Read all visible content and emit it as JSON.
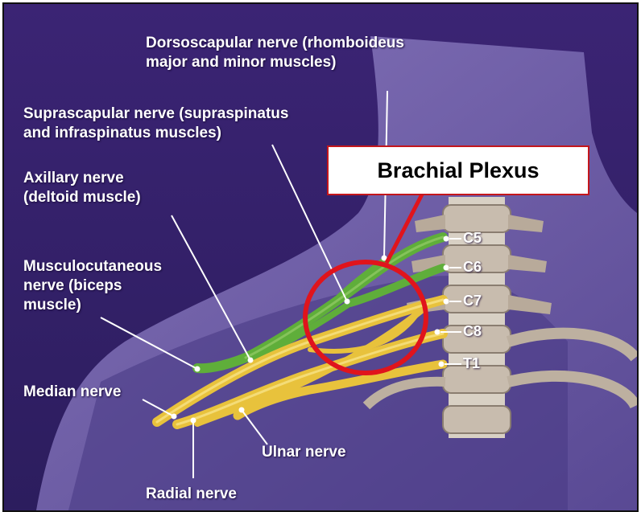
{
  "title": "Brachial Plexus",
  "labels": {
    "dorsoscapular": [
      "Dorsoscapular nerve (rhomboideus",
      "major and minor muscles)"
    ],
    "suprascapular": [
      "Suprascapular nerve (supraspinatus",
      "and infraspinatus muscles)"
    ],
    "axillary": [
      "Axillary nerve",
      "(deltoid muscle)"
    ],
    "musculocutaneous": [
      "Musculocutaneous",
      "nerve (biceps",
      "muscle)"
    ],
    "median": [
      "Median nerve"
    ],
    "ulnar": [
      "Ulnar nerve"
    ],
    "radial": [
      "Radial nerve"
    ]
  },
  "roots": [
    "C5",
    "C6",
    "C7",
    "C8",
    "T1"
  ],
  "colors": {
    "background": "#34206a",
    "body": "#7f6fb5",
    "green_nerve": "#5fae3a",
    "yellow_nerve": "#e8c23c",
    "highlight": "#e0141c",
    "title_border": "#c4161c"
  }
}
